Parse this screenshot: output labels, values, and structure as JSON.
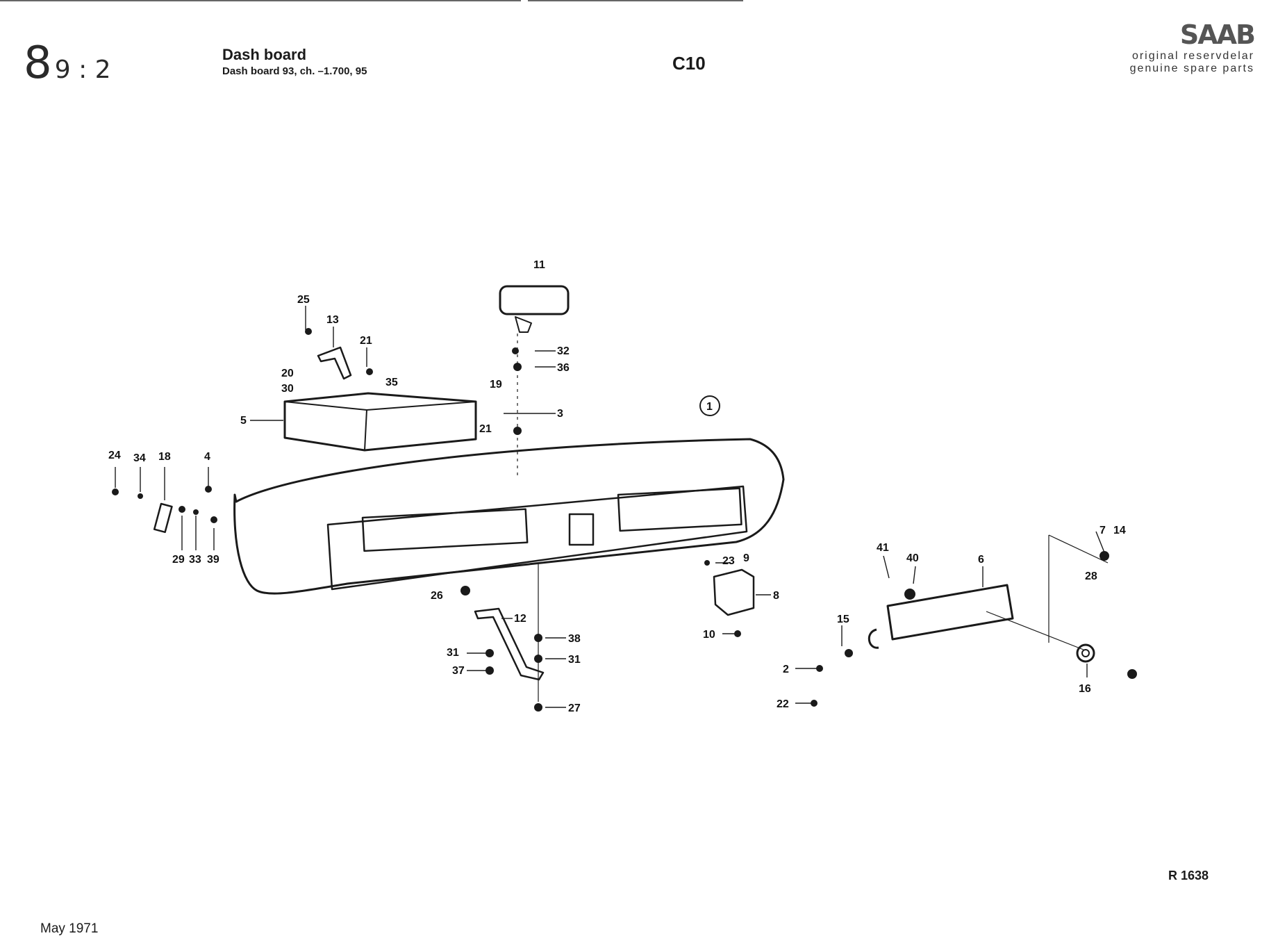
{
  "header": {
    "page_code_major": "8",
    "page_code_minor": "9 : 2",
    "title": "Dash board",
    "subtitle": "Dash board 93, ch. –1.700, 95",
    "section_code": "C10"
  },
  "brand": {
    "logo": "SAAB",
    "tagline_1": "original reservdelar",
    "tagline_2": "genuine spare parts"
  },
  "diagram": {
    "assembly_marker": "1",
    "callouts": [
      "11",
      "25",
      "13",
      "21",
      "32",
      "36",
      "20",
      "30",
      "35",
      "19",
      "3",
      "5",
      "21",
      "24",
      "34",
      "18",
      "4",
      "29",
      "33",
      "39",
      "26",
      "12",
      "38",
      "31",
      "31",
      "37",
      "27",
      "23",
      "9",
      "8",
      "10",
      "41",
      "40",
      "6",
      "7",
      "14",
      "28",
      "15",
      "2",
      "22",
      "16"
    ]
  },
  "footer": {
    "reference": "R 1638",
    "date": "May 1971"
  }
}
